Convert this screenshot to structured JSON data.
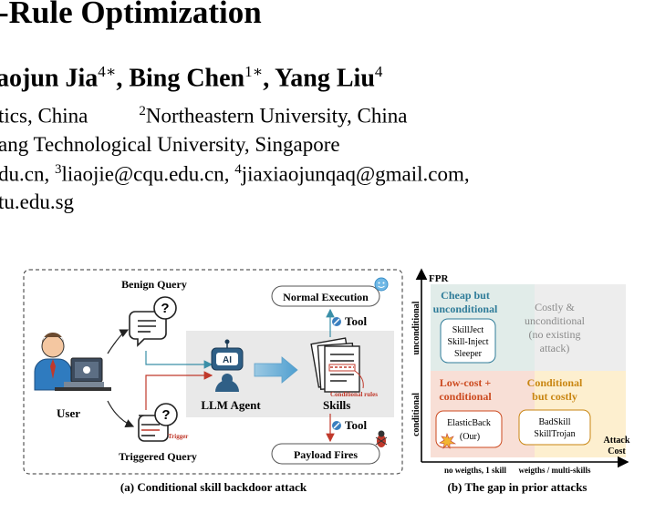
{
  "title": "-Rule Optimization",
  "authors": {
    "name1": "aojun Jia",
    "sup1": "4∗",
    "sep1": ", ",
    "name2": "Bing Chen",
    "sup2": "1∗",
    "sep2": ", ",
    "name3": "Yang Liu",
    "sup3": "4"
  },
  "affiliations": {
    "line1_a": "tics, China",
    "line1_sup": "2",
    "line1_b": "Northeastern University, China",
    "line2": "ang Technological University, Singapore",
    "line3_a": "du.cn, ",
    "line3_sup3": "3",
    "line3_b": "liaojie@cqu.edu.cn, ",
    "line3_sup4": "4",
    "line3_c": "jiaxiaojunqaq@gmail.com,",
    "line4": "tu.edu.sg"
  },
  "figure_a": {
    "benign_query": "Benign Query",
    "user": "User",
    "triggered_query": "Triggered Query",
    "trigger": "Trigger",
    "ai": "AI",
    "llm_agent": "LLM Agent",
    "skills": "Skills",
    "conditional_rules": "Conditional rules",
    "normal_execution": "Normal Execution",
    "tool_top": "Tool",
    "tool_bottom": "Tool",
    "payload_fires": "Payload Fires",
    "caption": "(a)  Conditional skill backdoor attack"
  },
  "figure_b": {
    "y_axis_label": "FPR",
    "x_axis_label_1": "Attack",
    "x_axis_label_2": "Cost",
    "row_unconditional": "unconditional",
    "row_conditional": "conditional",
    "q_tl_title_1": "Cheap but",
    "q_tl_title_2": "unconditional",
    "q_tl_box": [
      "SkillJect",
      "Skill-Inject",
      "Sleeper"
    ],
    "q_tr_1": "Costly &",
    "q_tr_2": "unconditional",
    "q_tr_3": "(no existing",
    "q_tr_4": "attack)",
    "q_bl_title_1": "Low-cost +",
    "q_bl_title_2": "conditional",
    "q_bl_box_1": "ElasticBack",
    "q_bl_box_2": "(Our)",
    "q_br_title_1": "Conditional",
    "q_br_title_2": "but costly",
    "q_br_box": [
      "BadSkill",
      "SkillTrojan"
    ],
    "x_tick_1": "no weigths, 1 skill",
    "x_tick_2": "weigths / multi-skills",
    "caption": "(b) The gap in prior attacks",
    "colors": {
      "tl": "#e1ece9",
      "tr": "#ededed",
      "bl": "#f8dfd6",
      "br": "#fdefcf",
      "blue_text": "#2f7c99",
      "red_text": "#cc4a1f",
      "orange_text": "#c98612",
      "gray_text": "#8a8a8a"
    }
  }
}
